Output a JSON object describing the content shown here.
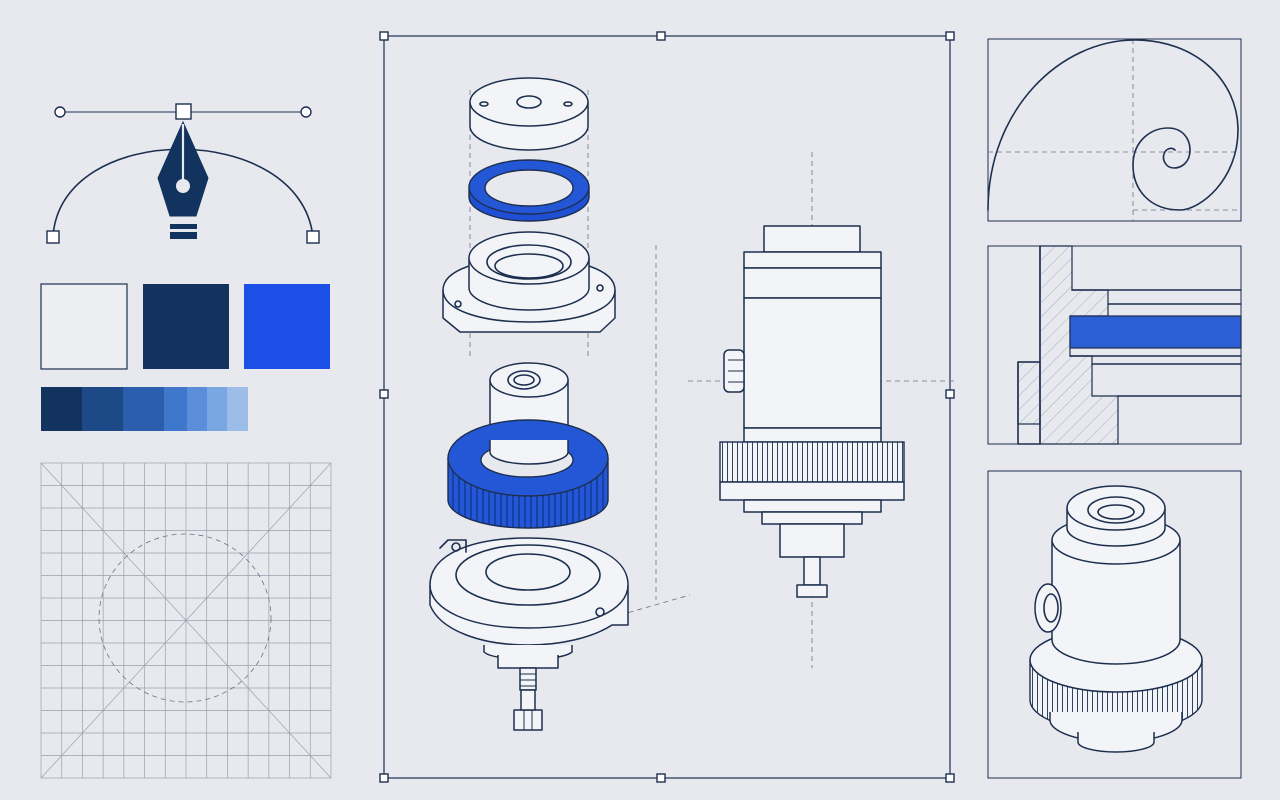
{
  "palette": {
    "swatches": [
      {
        "name": "white",
        "hex": "#eceef2"
      },
      {
        "name": "navy",
        "hex": "#12335e"
      },
      {
        "name": "blue",
        "hex": "#1b4fe6"
      }
    ],
    "gradient": [
      "#12335e",
      "#1d4a86",
      "#2b5fae",
      "#3f77cc",
      "#5a8ed9",
      "#7aa6e2",
      "#9dbde9"
    ]
  },
  "accent": "#1e4fd4",
  "ink": "#1d2f4f",
  "icons": {
    "pen_tool": "pen-nib-icon",
    "spiral": "golden-spiral-icon"
  }
}
